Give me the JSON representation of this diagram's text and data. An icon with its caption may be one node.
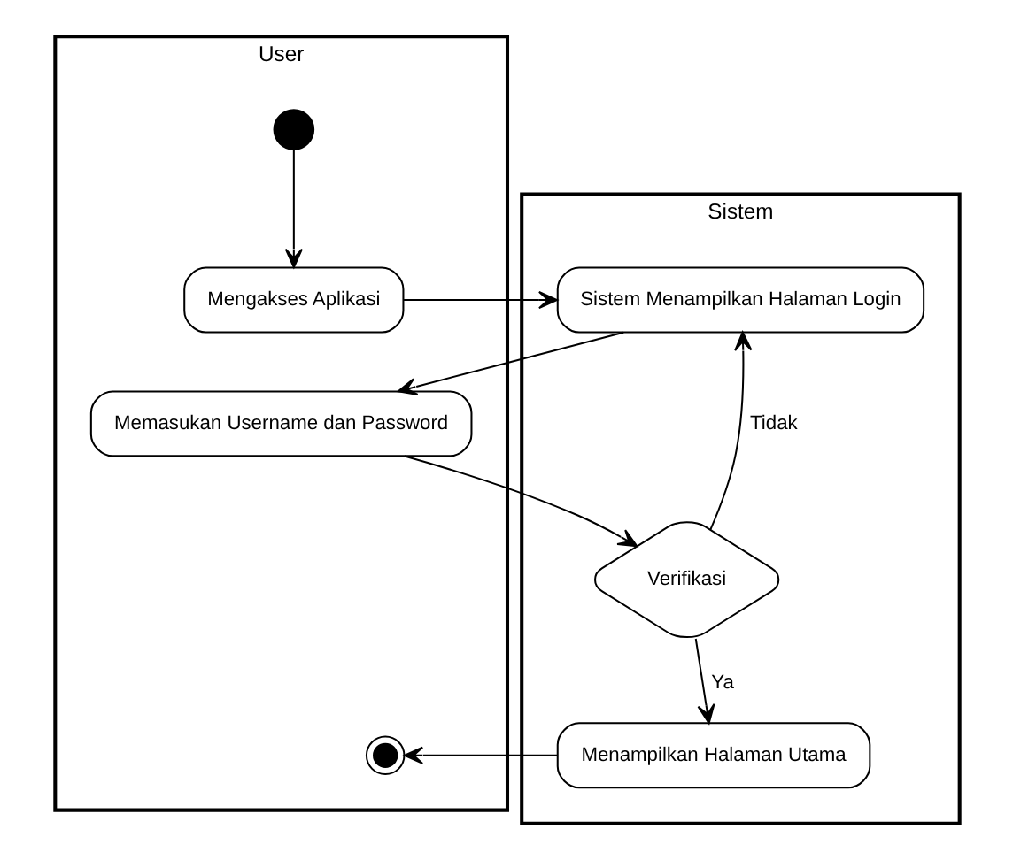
{
  "diagram": {
    "nodes": [
      {
        "text": [
          "User"
        ]
      },
      {
        "text": [
          "Sistem"
        ]
      },
      {
        "text": [],
        "shape": "circle",
        "in": 0
      },
      {
        "text": [
          "Mengakses Aplikasi"
        ],
        "in": 0
      },
      {
        "text": [
          "Sistem Menampilkan Halaman Login"
        ],
        "in": 1
      },
      {
        "text": [
          "Memasukan Username dan Password"
        ],
        "in": 0
      },
      {
        "text": [
          "Verifikasi"
        ],
        "in": 1
      },
      {
        "text": [
          "Menampilkan Halaman Utama"
        ],
        "in": 1
      },
      {
        "text": [],
        "shape": "circle",
        "in": 0
      }
    ],
    "edges": [
      {
        "from": 2,
        "to": 3,
        "arrow": "to"
      },
      {
        "from": 3,
        "to": 4,
        "arrow": "to"
      },
      {
        "from": 4,
        "to": 5,
        "arrow": "to"
      },
      {
        "from": 5,
        "to": 6,
        "arrow": "to"
      },
      {
        "from": 6,
        "to": 4,
        "arrow": "to",
        "label": "Tidak"
      },
      {
        "from": 6,
        "to": 7,
        "arrow": "to",
        "label": "Ya"
      },
      {
        "from": 7,
        "to": 8,
        "arrow": "to"
      }
    ]
  }
}
